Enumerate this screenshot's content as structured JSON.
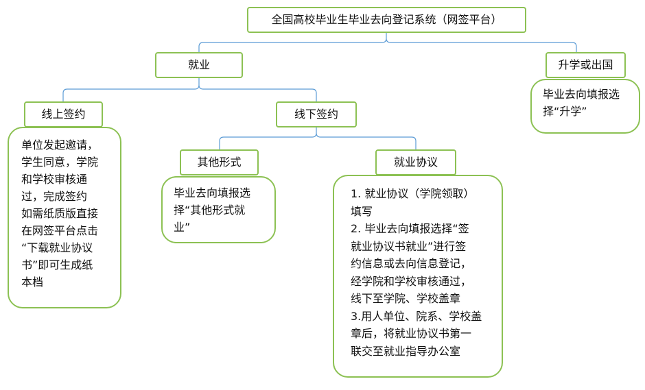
{
  "diagram": {
    "root": {
      "label": "全国高校毕业生毕业去向登记系统（网签平台）"
    },
    "employment": {
      "label": "就业",
      "online": {
        "label": "线上签约",
        "note": "单位发起邀请，\n学生同意，学院\n和学校审核通\n过，完成签约\n如需纸质版直接\n在网签平台点击\n“下载就业协议\n书”即可生成纸\n本档"
      },
      "offline": {
        "label": "线下签约",
        "other": {
          "label": "其他形式",
          "note": "毕业去向填报选\n择“其他形式就\n业”"
        },
        "agreement": {
          "label": "就业协议",
          "note": "1.  就业协议（学院领取）\n填写\n2.  毕业去向填报选择“签\n就业协议书就业”进行签\n约信息或去向信息登记，\n经学院和学校审核通过，\n线下至学院、学校盖章\n3.用人单位、院系、学校盖\n章后，将就业协议书第一\n联交至就业指导办公室"
        }
      }
    },
    "further": {
      "label": "升学或出国",
      "note": "毕业去向填报选\n择“升学”"
    }
  },
  "colors": {
    "box_border": "#8cc153",
    "connector": "#5b9bd5"
  }
}
